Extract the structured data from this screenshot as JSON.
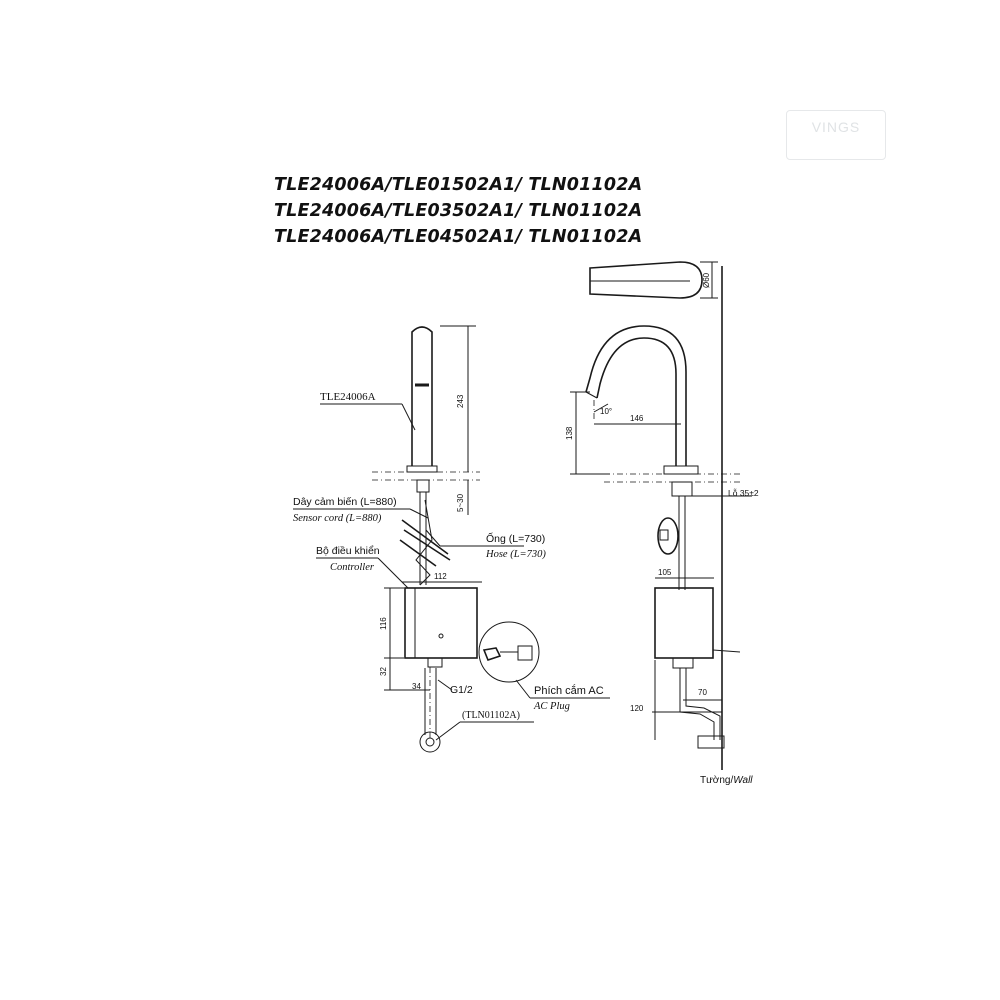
{
  "titles": [
    "TLE24006A/TLE01502A1/ TLN01102A",
    "TLE24006A/TLE03502A1/ TLN01102A",
    "TLE24006A/TLE04502A1/ TLN01102A"
  ],
  "watermark": {
    "line1": "VINGS",
    "line2": ""
  },
  "labels": {
    "sensor_model": "TLE24006A",
    "sensor_cord_vi": "Dây cảm biến (L=880)",
    "sensor_cord_en": "Sensor cord (L=880)",
    "hose_vi": "Ống (L=730)",
    "hose_en": "Hose (L=730)",
    "controller_vi": "Bộ điều khiển",
    "controller_en": "Controller",
    "thread": "G1/2",
    "valve_model": "(TLN01102A)",
    "plug_vi": "Phích cắm AC",
    "plug_en": "AC Plug",
    "hole": "Lỗ 35±2",
    "wall_vi": "Tường/",
    "wall_en": "Wall"
  },
  "dimensions": {
    "spout_height": "243",
    "deck_range": "5~30",
    "controller_width": "112",
    "controller_height": "116",
    "bottom_gap": "32",
    "outlet_offset": "34",
    "spout_diameter": "Ø60",
    "outlet_height": "138",
    "reach": "146",
    "angle": "10°",
    "side_width": "105",
    "wall_offset_1": "70",
    "wall_offset_2": "120"
  }
}
